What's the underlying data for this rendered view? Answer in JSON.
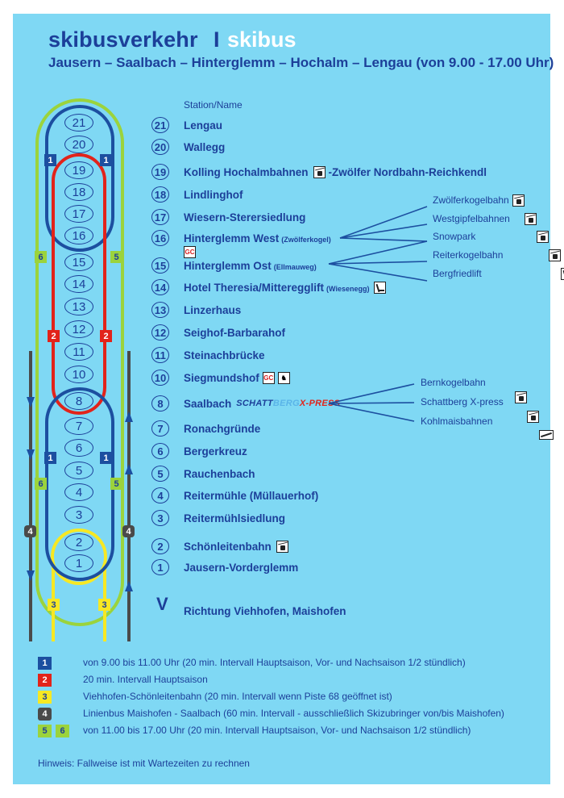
{
  "header": {
    "title_main": "skibusverkehr",
    "title_sep": "I",
    "title_sub": "skibus",
    "route": "Jausern – Saalbach – Hinterglemm – Hochalm – Lengau (von 9.00 - 17.00 Uhr)"
  },
  "station_header": "Station/Name",
  "stations": [
    {
      "num": "21",
      "name": "Lengau"
    },
    {
      "num": "20",
      "name": "Wallegg"
    },
    {
      "num": "19",
      "name": "Kolling Hochalmbahnen",
      "suffix": "-Zwölfer Nordbahn-Reichkendl"
    },
    {
      "num": "18",
      "name": "Lindlinghof"
    },
    {
      "num": "17",
      "name": "Wiesern-Sterersiedlung"
    },
    {
      "num": "16",
      "name": "Hinterglemm West",
      "note": "(Zwölferkogel)"
    },
    {
      "num": "15",
      "name": "Hinterglemm Ost",
      "note": "(Ellmauweg)"
    },
    {
      "num": "14",
      "name": "Hotel Theresia/Mitteregglift",
      "note": "(Wiesenegg)"
    },
    {
      "num": "13",
      "name": "Linzerhaus"
    },
    {
      "num": "12",
      "name": "Seighof-Barbarahof"
    },
    {
      "num": "11",
      "name": "Steinachbrücke"
    },
    {
      "num": "10",
      "name": "Siegmundshof"
    },
    {
      "num": "8",
      "name": "Saalbach"
    },
    {
      "num": "7",
      "name": "Ronachgründe"
    },
    {
      "num": "6",
      "name": "Bergerkreuz"
    },
    {
      "num": "5",
      "name": "Rauchenbach"
    },
    {
      "num": "4",
      "name": "Reitermühle (Müllauerhof)"
    },
    {
      "num": "3",
      "name": "Reitermühlsiedlung"
    },
    {
      "num": "2",
      "name": "Schönleitenbahn"
    },
    {
      "num": "1",
      "name": "Jausern-Vorderglemm"
    }
  ],
  "schattberg_logo": {
    "part1": "SCHATT",
    "part2": "BERG",
    "part3": "X-PRESS"
  },
  "station_icon_labels": {
    "gc": "GC"
  },
  "lifts_west": [
    "Zwölferkogelbahn",
    "Westgipfelbahnen",
    "Snowpark",
    "Reiterkogelbahn",
    "Bergfriedlift"
  ],
  "lifts_saalbach": [
    "Bernkogelbahn",
    "Schattberg X-press",
    "Kohlmaisbahnen"
  ],
  "direction": {
    "symbol": "V",
    "text": "Richtung Viehhofen, Maishofen"
  },
  "diagram_circles": [
    "21",
    "20",
    "19",
    "18",
    "17",
    "16",
    "15",
    "14",
    "13",
    "12",
    "11",
    "10",
    "8",
    "7",
    "6",
    "5",
    "4",
    "3",
    "2",
    "1"
  ],
  "side_badges": {
    "b1": "1",
    "b2": "2",
    "b3": "3",
    "b4": "4",
    "b5": "5",
    "b6": "6"
  },
  "legend": [
    {
      "boxes": [
        "1"
      ],
      "text": "von 9.00 bis 11.00 Uhr (20 min. Intervall Hauptsaison, Vor- und Nachsaison 1/2 stündlich)"
    },
    {
      "boxes": [
        "2"
      ],
      "text": "20 min. Intervall Hauptsaison"
    },
    {
      "boxes": [
        "3"
      ],
      "text": "Viehhofen-Schönleitenbahn (20 min. Intervall wenn Piste 68 geöffnet ist)"
    },
    {
      "boxes": [
        "4"
      ],
      "text": "Linienbus Maishofen - Saalbach (60 min. Intervall - ausschließlich Skizubringer von/bis Maishofen)"
    },
    {
      "boxes": [
        "5",
        "6"
      ],
      "text": "von 11.00 bis 17.00 Uhr (20 min. Intervall Hauptsaison, Vor- und Nachsaison 1/2 stündlich)"
    }
  ],
  "hint": "Hinweis: Fallweise ist mit Wartezeiten zu rechnen",
  "colors": {
    "background": "#7fd8f4",
    "navy": "#1c3f99",
    "red": "#e2231a",
    "yellow": "#f7e823",
    "green": "#9bd33c",
    "gray": "#4a4a4a",
    "blue_badge": "#1c4fa0"
  }
}
